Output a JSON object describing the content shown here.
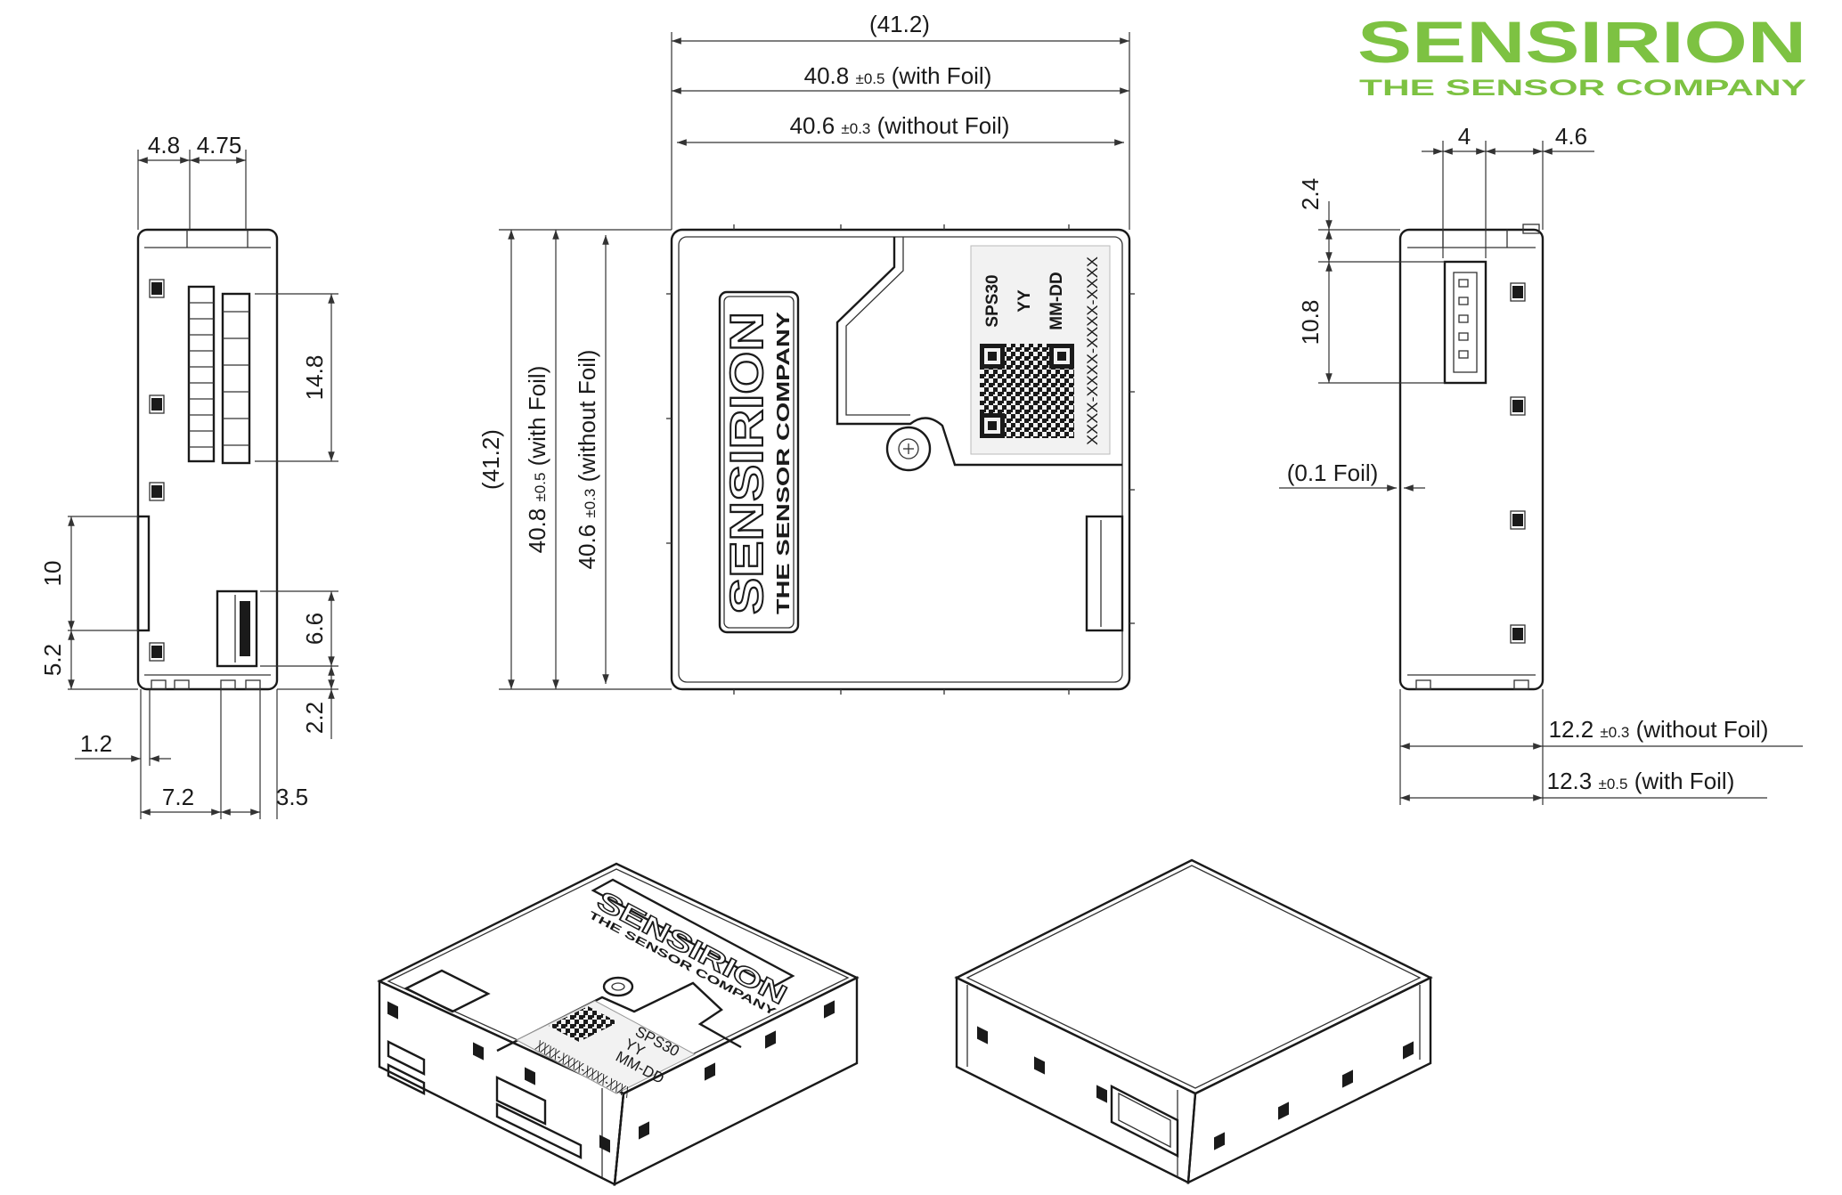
{
  "colors": {
    "brand": "#7dc242",
    "line": "#1a1a1a"
  },
  "brand": {
    "name": "SENSIRION",
    "tagline": "THE SENSOR COMPANY"
  },
  "device_label": {
    "model": "SPS30",
    "year": "YY",
    "date": "MM-DD",
    "serial": "XXXX-XXXX-XXXX-XXXX",
    "body_brand": "SENSIRION",
    "body_tagline": "THE SENSOR COMPANY"
  },
  "front_view": {
    "width_nominal": "(41.2)",
    "width_with_foil_value": "40.8",
    "width_with_foil_tol": "±0.5",
    "width_with_foil_note": "(with Foil)",
    "width_without_foil_value": "40.6",
    "width_without_foil_tol": "±0.3",
    "width_without_foil_note": "(without Foil)",
    "height_nominal": "(41.2)",
    "height_with_foil_value": "40.8",
    "height_with_foil_tol": "±0.5",
    "height_with_foil_note": "(with Foil)",
    "height_without_foil_value": "40.6",
    "height_without_foil_tol": "±0.3",
    "height_without_foil_note": "(without Foil)"
  },
  "left_view": {
    "top_a": "4.8",
    "top_b": "4.75",
    "slot_height": "14.8",
    "window_height": "10",
    "window_offset": "5.2",
    "connector_height": "6.6",
    "connector_offset": "2.2",
    "edge_offset": "1.2",
    "bottom_a": "7.2",
    "bottom_b": "3.5"
  },
  "right_view": {
    "top_a": "4",
    "top_b": "4.6",
    "conn_offset": "2.4",
    "conn_height": "10.8",
    "foil": "(0.1 Foil)",
    "depth_without_foil_value": "12.2",
    "depth_without_foil_tol": "±0.3",
    "depth_without_foil_note": "(without Foil)",
    "depth_with_foil_value": "12.3",
    "depth_with_foil_tol": "±0.5",
    "depth_with_foil_note": "(with Foil)"
  },
  "iso_left": {
    "model": "SPS30",
    "year": "YY",
    "date": "MM-DD",
    "serial": "XXXX-XXXX-XXXX-XXXX",
    "brand": "SENSIRION",
    "tagline": "THE SENSOR COMPANY"
  }
}
